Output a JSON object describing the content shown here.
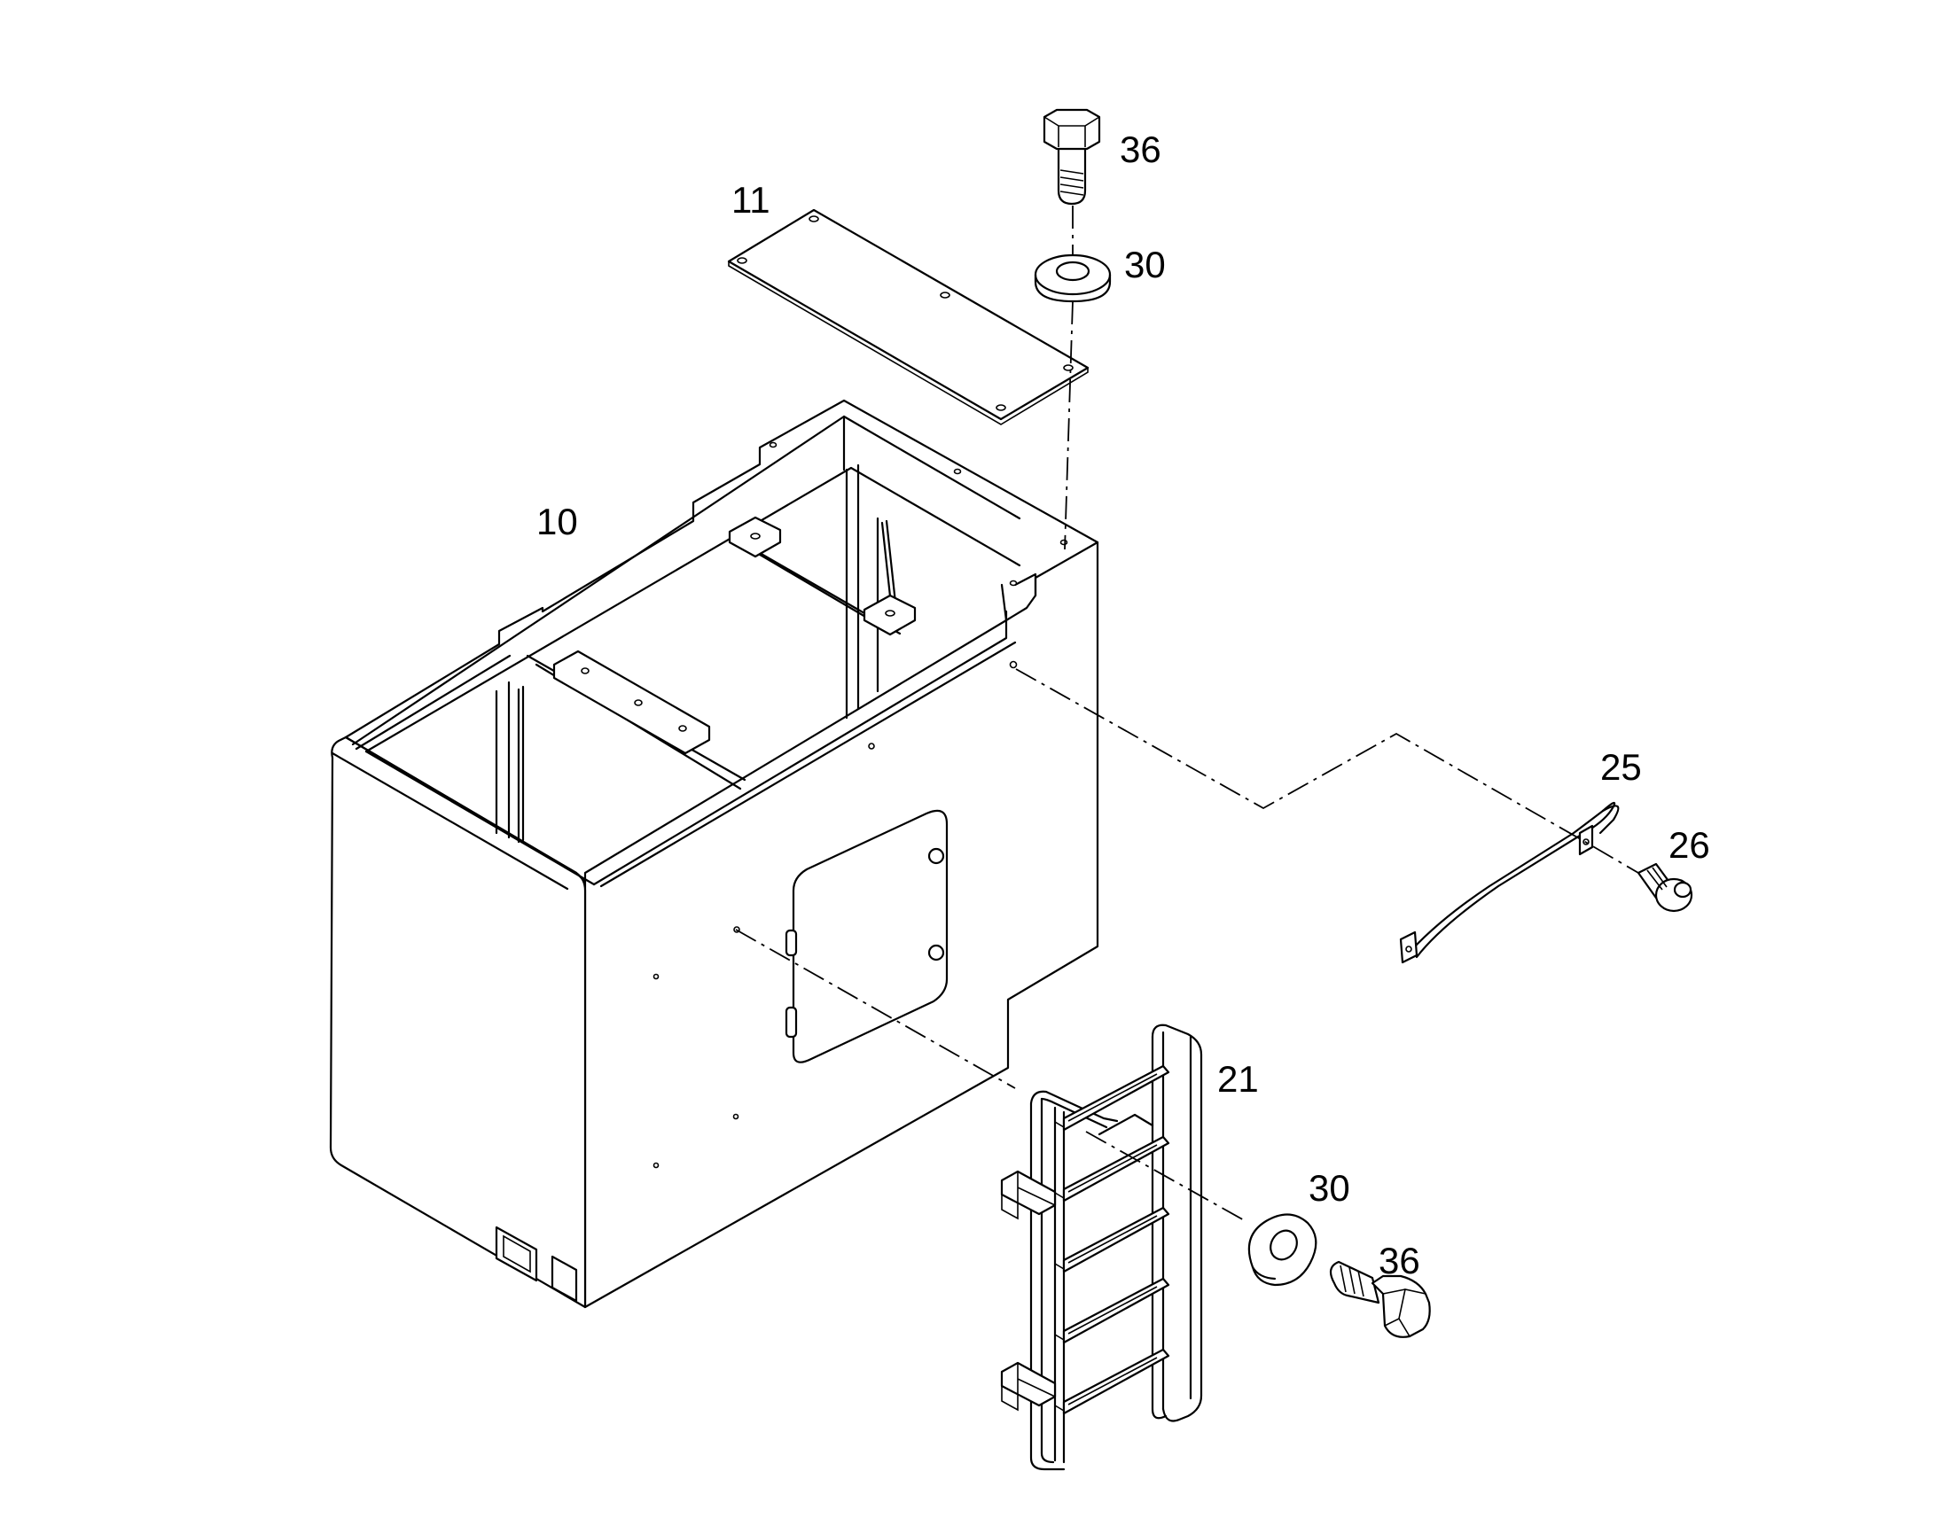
{
  "labels": {
    "bolt_top": "36",
    "cover_plate": "11",
    "washer_top": "30",
    "tank": "10",
    "handle": "25",
    "screw": "26",
    "ladder": "21",
    "washer_bottom": "30",
    "bolt_bottom": "36"
  }
}
